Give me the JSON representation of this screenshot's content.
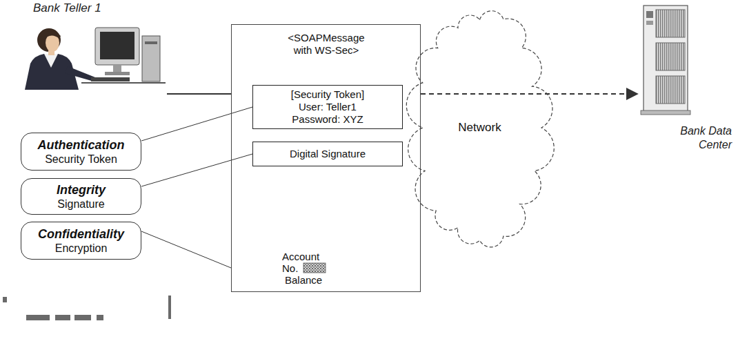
{
  "diagram": {
    "nodes": [
      {
        "text": [
          "Bank Teller 1"
        ]
      },
      {
        "text": [
          "<SOAPMessage with WS-Sec>",
          "Account No.",
          "Balance"
        ]
      },
      {
        "text": [
          "[Security Token]",
          "User: Teller1",
          "Password: XYZ"
        ],
        "in": 1
      },
      {
        "text": [
          "Digital Signature"
        ],
        "in": 1
      },
      {
        "text": [
          "Authentication",
          "Security Token"
        ]
      },
      {
        "text": [
          "Integrity",
          "Signature"
        ]
      },
      {
        "text": [
          "Confidentiality",
          "Encryption"
        ]
      },
      {
        "text": [
          "Network"
        ]
      },
      {
        "text": [
          "Bank Data Center"
        ]
      }
    ],
    "edges": [
      {
        "from": 0,
        "to": 8,
        "arrow": "to"
      },
      {
        "from": 4,
        "to": 2,
        "arrow": "none"
      },
      {
        "from": 5,
        "to": 3,
        "arrow": "none"
      },
      {
        "from": 6,
        "to": 1,
        "arrow": "none"
      }
    ]
  }
}
